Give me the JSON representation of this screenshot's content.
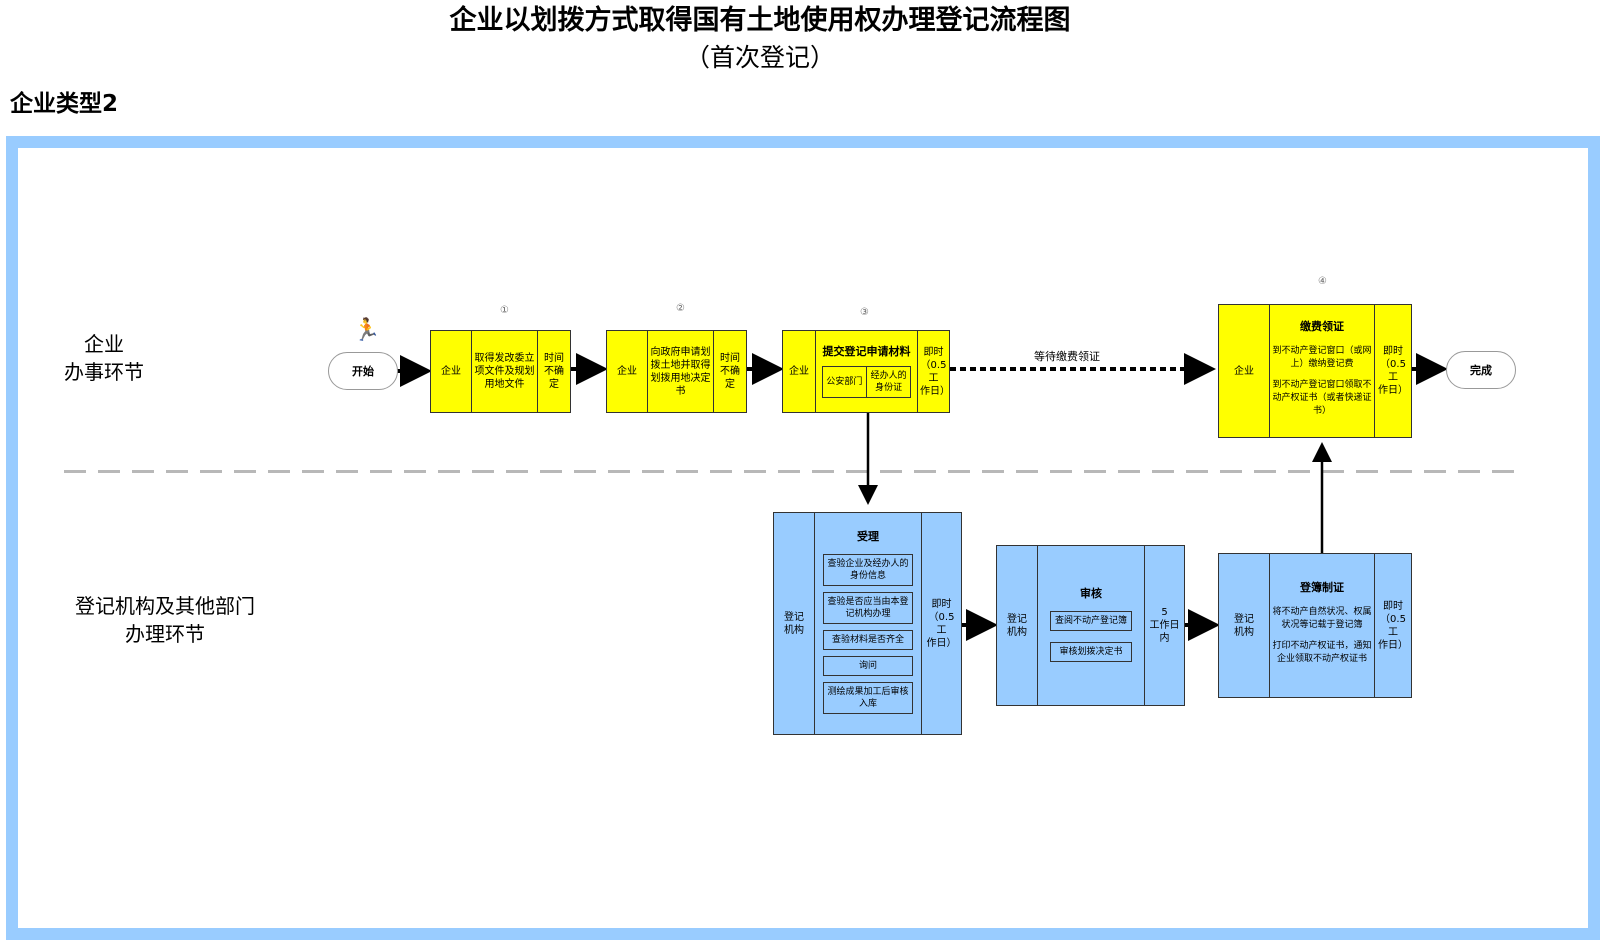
{
  "header": {
    "title": "企业以划拨方式取得国有土地使用权办理登记流程图",
    "subtitle": "（首次登记）",
    "type_label": "企业类型2"
  },
  "colors": {
    "frame": "#99ccff",
    "enterprise_box": "#ffff00",
    "agency_box": "#99ccff",
    "divider": "#b8b8b8"
  },
  "lanes": [
    {
      "label_line1": "企业",
      "label_line2": "办事环节"
    },
    {
      "label_line1": "登记机构及其他部门",
      "label_line2": "办理环节"
    }
  ],
  "terminals": {
    "start": "开始",
    "end": "完成",
    "start_icon": "running-person-icon"
  },
  "enterprise_steps": [
    {
      "num": "①",
      "actor": "企业",
      "content": "取得发改委立项文件及规划用地文件",
      "time_line1": "时间",
      "time_line2": "不确定"
    },
    {
      "num": "②",
      "actor": "企业",
      "content": "向政府申请划拨土地并取得划拨用地决定书",
      "time_line1": "时间",
      "time_line2": "不确定"
    },
    {
      "num": "③",
      "actor": "企业",
      "heading": "提交登记申请材料",
      "sub_left": "公安部门",
      "sub_right": "经办人的身份证",
      "time_line1": "即时",
      "time_line2": "（0.5工",
      "time_line3": "作日）"
    },
    {
      "num": "④",
      "actor": "企业",
      "heading": "缴费领证",
      "note1": "到不动产登记窗口（或网上）缴纳登记费",
      "note2": "到不动产登记窗口领取不动产权证书（或者快递证书）",
      "time_line1": "即时",
      "time_line2": "（0.5工",
      "time_line3": "作日）"
    }
  ],
  "wait_label": "等待缴费领证",
  "agency_steps": [
    {
      "actor_line1": "登记",
      "actor_line2": "机构",
      "heading": "受理",
      "items": [
        "查验企业及经办人的身份信息",
        "查验是否应当由本登记机构办理",
        "查验材料是否齐全",
        "询问",
        "测绘成果加工后审核入库"
      ],
      "time_line1": "即时",
      "time_line2": "（0.5工",
      "time_line3": "作日）"
    },
    {
      "actor_line1": "登记",
      "actor_line2": "机构",
      "heading": "审核",
      "items": [
        "查阅不动产登记簿",
        "审核划拨决定书"
      ],
      "time_line1": "5",
      "time_line2": "工作日内"
    },
    {
      "actor_line1": "登记",
      "actor_line2": "机构",
      "heading": "登簿制证",
      "notes": [
        "将不动产自然状况、权属状况等记载于登记簿",
        "打印不动产权证书，通知企业领取不动产权证书"
      ],
      "time_line1": "即时",
      "time_line2": "（0.5工",
      "time_line3": "作日）"
    }
  ]
}
